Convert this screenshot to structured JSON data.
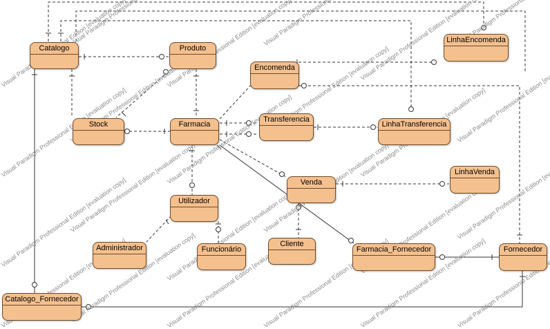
{
  "watermark": "Visual Paradigm Professional Edition [evaluation copy]",
  "entities": {
    "catalogo": "Catalogo",
    "produto": "Produto",
    "encomenda": "Encomenda",
    "linha_encomenda": "LinhaEncomenda",
    "stock": "Stock",
    "farmacia": "Farmacia",
    "transferencia": "Transferencia",
    "linha_transferencia": "LinhaTransferencia",
    "utilizador": "Utilizador",
    "venda": "Venda",
    "linha_venda": "LinhaVenda",
    "administrador": "Administrador",
    "funcionario": "Funcionário",
    "cliente": "Cliente",
    "farmacia_fornecedor": "Farmacia_Fornecedor",
    "fornecedor": "Fornecedor",
    "catalogo_fornecedor": "Catalogo_Fornecedor"
  },
  "colors": {
    "entity_fill": "#f4c08e",
    "entity_border": "#6b4a2b",
    "line": "#333333",
    "watermark": "#8a8a8a"
  }
}
